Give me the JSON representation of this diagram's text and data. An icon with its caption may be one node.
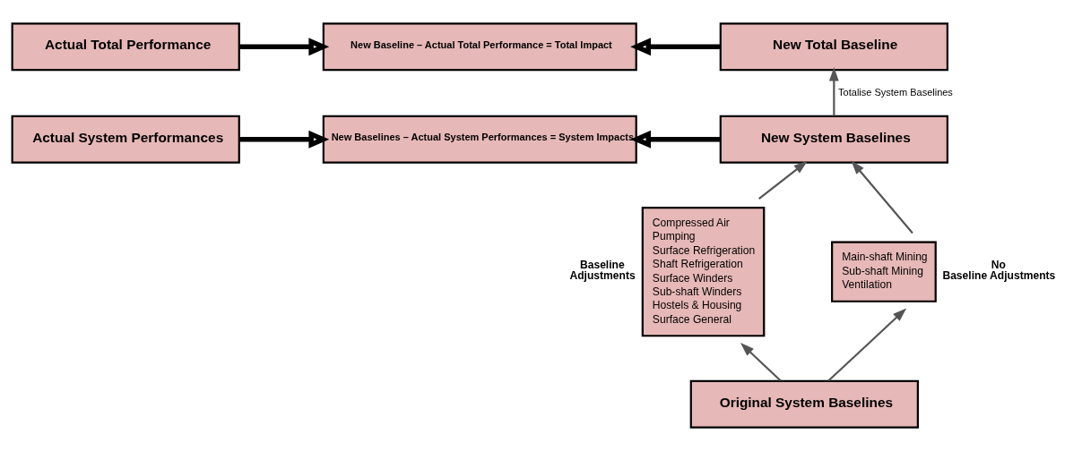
{
  "diagram": {
    "nodes": [
      {
        "text": [
          "Actual Total Performance"
        ]
      },
      {
        "text": [
          "New Baseline – Actual Total Performance = Total Impact"
        ]
      },
      {
        "text": [
          "New Total Baseline"
        ]
      },
      {
        "text": [
          "Actual System Performances"
        ]
      },
      {
        "text": [
          "New Baselines – Actual System Performances = System Impacts"
        ]
      },
      {
        "text": [
          "New System Baselines"
        ]
      },
      {
        "text": [
          "Baseline Adjustments",
          "Compressed Air",
          "Pumping",
          "Surface Refrigeration",
          "Shaft Refrigeration",
          "Surface Winders",
          "Sub-shaft Winders",
          "Hostels & Housing",
          "Surface General"
        ]
      },
      {
        "text": [
          "No Baseline Adjustments",
          "Main-shaft Mining",
          "Sub-shaft Mining",
          "Ventilation"
        ]
      },
      {
        "text": [
          "Original System Baselines"
        ]
      }
    ],
    "edges": [
      {
        "from": 0,
        "to": 1,
        "arrow": "to",
        "style": "thick"
      },
      {
        "from": 2,
        "to": 1,
        "arrow": "to",
        "style": "thick"
      },
      {
        "from": 3,
        "to": 4,
        "arrow": "to",
        "style": "thick"
      },
      {
        "from": 5,
        "to": 4,
        "arrow": "to",
        "style": "thick"
      },
      {
        "from": 5,
        "to": 2,
        "arrow": "to",
        "label": "Totalise System Baselines"
      },
      {
        "from": 6,
        "to": 5,
        "arrow": "to"
      },
      {
        "from": 7,
        "to": 5,
        "arrow": "to"
      },
      {
        "from": 8,
        "to": 6,
        "arrow": "to"
      },
      {
        "from": 8,
        "to": 7,
        "arrow": "to"
      }
    ]
  }
}
